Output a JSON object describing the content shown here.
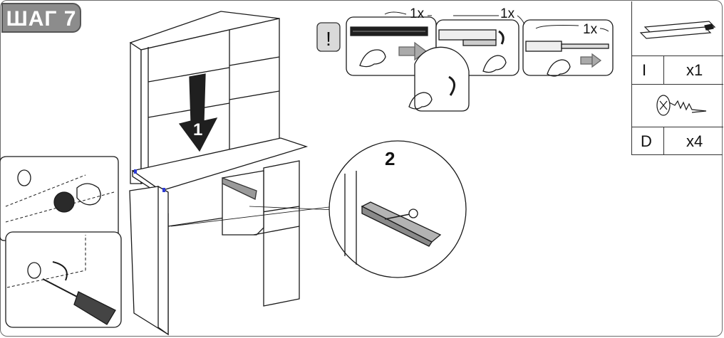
{
  "step": {
    "label": "ШАГ 7"
  },
  "callouts": {
    "warning_mark": "!",
    "qty_1": "1x",
    "qty_2": "1x",
    "qty_3": "1x",
    "arrow_number": "1",
    "detail_number": "2"
  },
  "parts_table": {
    "rows": [
      {
        "id": "I",
        "qty": "x1",
        "icon": "drawer-slide-rail-icon"
      },
      {
        "id": "D",
        "qty": "x4",
        "icon": "screw-icon"
      }
    ]
  },
  "colors": {
    "badge": "#8c8c8c",
    "line": "#1a1a1a",
    "rail": "#9a9a9a",
    "accent": "#2d3bd6"
  }
}
